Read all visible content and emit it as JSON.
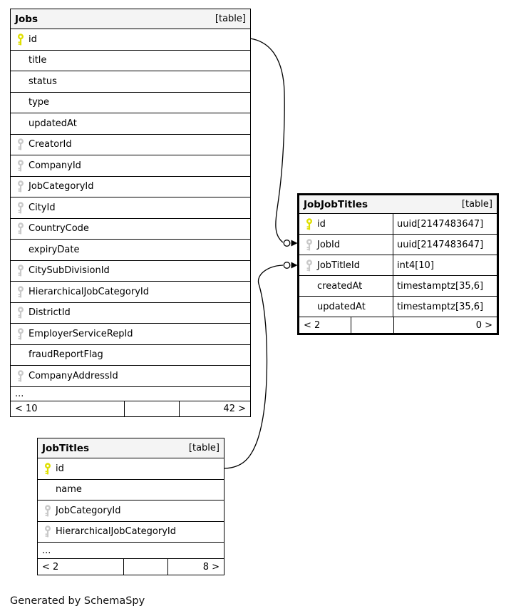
{
  "page": {
    "footer_note": "Generated by SchemaSpy"
  },
  "colors": {
    "primary_key": "#dfdf00",
    "foreign_key": "#c9c9c9",
    "header_bg": "#f4f4f4",
    "border": "#000000",
    "background": "#ffffff"
  },
  "tables": {
    "jobs": {
      "name": "Jobs",
      "type_label": "[table]",
      "columns": [
        {
          "name": "id",
          "key": "primary"
        },
        {
          "name": "title",
          "key": "none"
        },
        {
          "name": "status",
          "key": "none"
        },
        {
          "name": "type",
          "key": "none"
        },
        {
          "name": "updatedAt",
          "key": "none"
        },
        {
          "name": "CreatorId",
          "key": "foreign"
        },
        {
          "name": "CompanyId",
          "key": "foreign"
        },
        {
          "name": "JobCategoryId",
          "key": "foreign"
        },
        {
          "name": "CityId",
          "key": "foreign"
        },
        {
          "name": "CountryCode",
          "key": "foreign"
        },
        {
          "name": "expiryDate",
          "key": "none"
        },
        {
          "name": "CitySubDivisionId",
          "key": "foreign"
        },
        {
          "name": "HierarchicalJobCategoryId",
          "key": "foreign"
        },
        {
          "name": "DistrictId",
          "key": "foreign"
        },
        {
          "name": "EmployerServiceRepId",
          "key": "foreign"
        },
        {
          "name": "fraudReportFlag",
          "key": "none"
        },
        {
          "name": "CompanyAddressId",
          "key": "foreign"
        }
      ],
      "ellipsis": "...",
      "footer": {
        "left": "< 10",
        "mid": "",
        "right": "42 >"
      }
    },
    "jobjobtitles": {
      "name": "JobJobTitles",
      "type_label": "[table]",
      "columns": [
        {
          "name": "id",
          "key": "primary",
          "type": "uuid[2147483647]"
        },
        {
          "name": "JobId",
          "key": "foreign",
          "type": "uuid[2147483647]"
        },
        {
          "name": "JobTitleId",
          "key": "foreign",
          "type": "int4[10]"
        },
        {
          "name": "createdAt",
          "key": "none",
          "type": "timestamptz[35,6]"
        },
        {
          "name": "updatedAt",
          "key": "none",
          "type": "timestamptz[35,6]"
        }
      ],
      "footer": {
        "left": "< 2",
        "mid": "",
        "right": "0 >"
      }
    },
    "jobtitles": {
      "name": "JobTitles",
      "type_label": "[table]",
      "columns": [
        {
          "name": "id",
          "key": "primary"
        },
        {
          "name": "name",
          "key": "none"
        },
        {
          "name": "JobCategoryId",
          "key": "foreign"
        },
        {
          "name": "HierarchicalJobCategoryId",
          "key": "foreign"
        }
      ],
      "ellipsis": "...",
      "footer": {
        "left": "< 2",
        "mid": "",
        "right": "8 >"
      }
    }
  },
  "relationships": [
    {
      "from": "Jobs.id",
      "to": "JobJobTitles.JobId"
    },
    {
      "from": "JobTitles.id",
      "to": "JobJobTitles.JobTitleId"
    }
  ]
}
